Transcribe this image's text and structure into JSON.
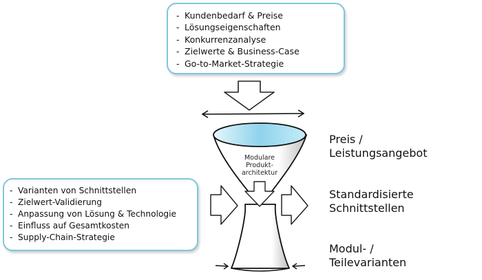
{
  "top_box": {
    "items": [
      "Kundenbedarf & Preise",
      "Lösungseigenschaften",
      "Konkurrenzanalyse",
      "Zielwerte & Business-Case",
      "Go-to-Market-Strategie"
    ]
  },
  "left_box": {
    "items": [
      "Varianten von Schnittstellen",
      "Zielwert-Validierung",
      "Anpassung von Lösung & Technologie",
      "Einfluss auf Gesamtkosten",
      "Supply-Chain-Strategie"
    ]
  },
  "funnel": {
    "line1": "Modulare",
    "line2": "Produkt-",
    "line3": "architektur"
  },
  "labels": {
    "price_line1": "Preis /",
    "price_line2": "Leistungsangebot",
    "interfaces_line1": "Standardisierte",
    "interfaces_line2": "Schnittstellen",
    "variants_line1": "Modul- /",
    "variants_line2": "Teilevarianten"
  },
  "bullet": "-",
  "colors": {
    "box_border": "#7fc6dc",
    "water": "#8fd3ec",
    "funnel_shadow": "#c8c8c8"
  }
}
